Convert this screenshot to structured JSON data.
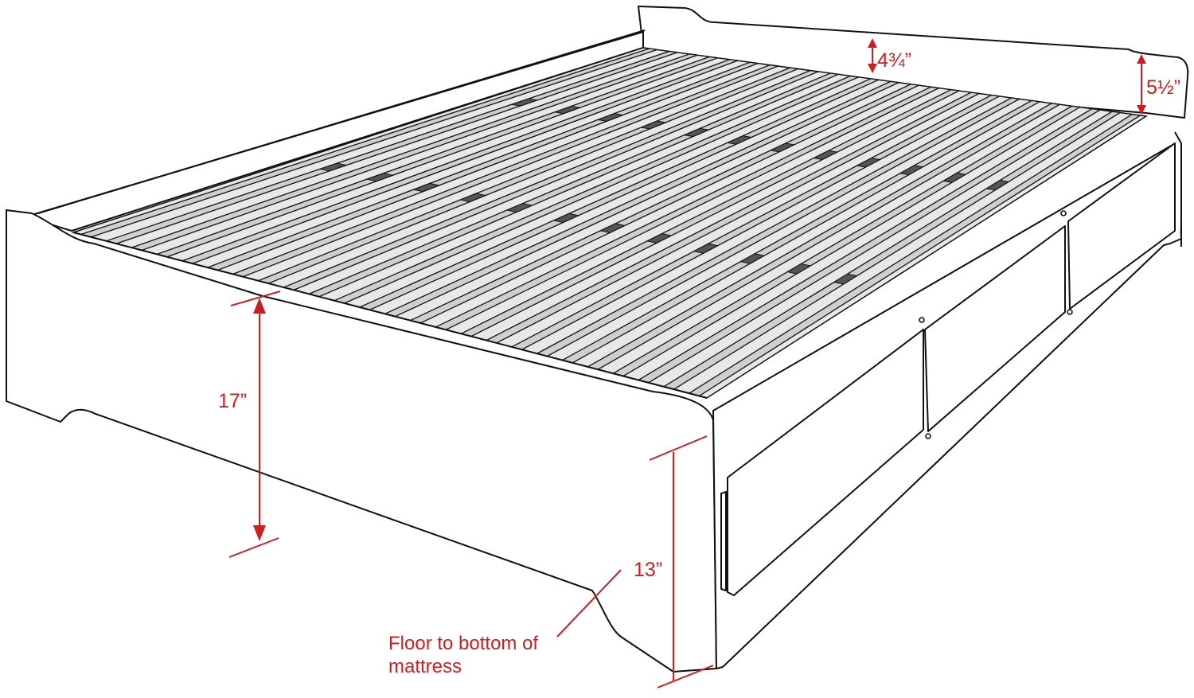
{
  "dimensions": {
    "headboard_small": "4¾”",
    "headboard_total": "5½”",
    "height_to_top": "17”",
    "height_to_mattress": "13”"
  },
  "caption": {
    "line1": "Floor to bottom of",
    "line2": "mattress"
  },
  "colors": {
    "outline": "#111111",
    "slat_fill": "#cfcfcf",
    "support_block": "#555555",
    "annotation": "#cc1f1f",
    "background": "#ffffff"
  }
}
